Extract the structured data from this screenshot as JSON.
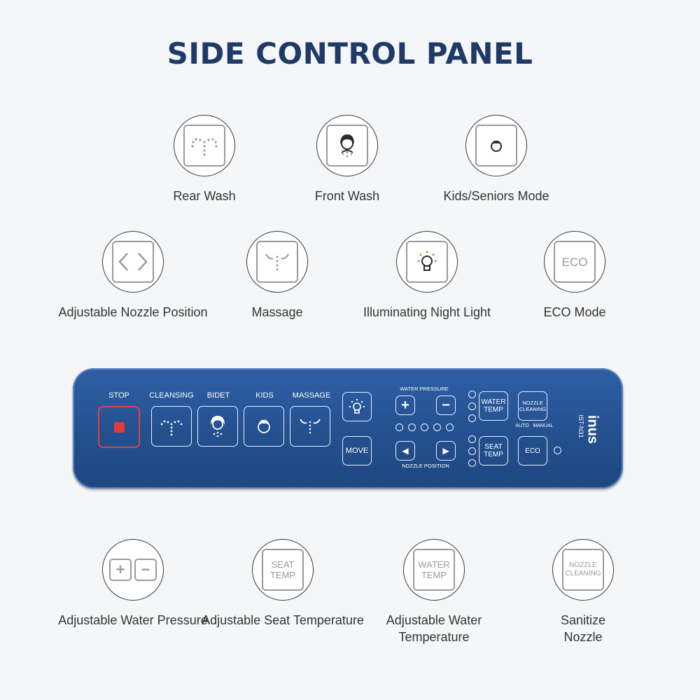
{
  "page": {
    "title": "SIDE CONTROL PANEL"
  },
  "features_row1": [
    {
      "label": "Rear Wash",
      "icon": "rear-wash-icon"
    },
    {
      "label": "Front Wash",
      "icon": "front-wash-icon"
    },
    {
      "label": "Kids/Seniors Mode",
      "icon": "kids-icon"
    }
  ],
  "features_row2": [
    {
      "label": "Adjustable Nozzle Position",
      "icon": "nozzle-position-icon"
    },
    {
      "label": "Massage",
      "icon": "massage-icon"
    },
    {
      "label": "Illuminating Night Light",
      "icon": "night-light-icon"
    },
    {
      "label": "ECO Mode",
      "icon": "eco-icon",
      "icon_text": "ECO"
    }
  ],
  "features_row3": [
    {
      "label": "Adjustable Water Pressure",
      "icon": "plus-minus-icon"
    },
    {
      "label": "Adjustable Seat Temperature",
      "icon": "seat-temp-icon",
      "icon_text": "SEAT TEMP"
    },
    {
      "label": "Adjustable Water Temperature",
      "icon": "water-temp-icon",
      "icon_text": "WATER TEMP"
    },
    {
      "label": "Sanitize Nozzle",
      "icon": "nozzle-cleaning-icon",
      "icon_text": "NOZZLE CLEANING"
    }
  ],
  "panel": {
    "stop": "STOP",
    "cleansing": "CLEANSING",
    "bidet": "BIDET",
    "kids": "KIDS",
    "massage": "MASSAGE",
    "move": "MOVE",
    "water_pressure": "WATER PRESSURE",
    "nozzle_position": "NOZZLE POSITION",
    "water_temp": "WATER TEMP",
    "seat_temp": "SEAT TEMP",
    "nozzle_cleaning": "NOZZLE CLEANING",
    "auto": "AUTO",
    "manual": "MANUAL",
    "eco": "ECO",
    "brand": "inus",
    "model": "IST-N31"
  },
  "colors": {
    "title": "#1f3a66",
    "panel": "#24508f",
    "stop": "#e23b3b"
  }
}
